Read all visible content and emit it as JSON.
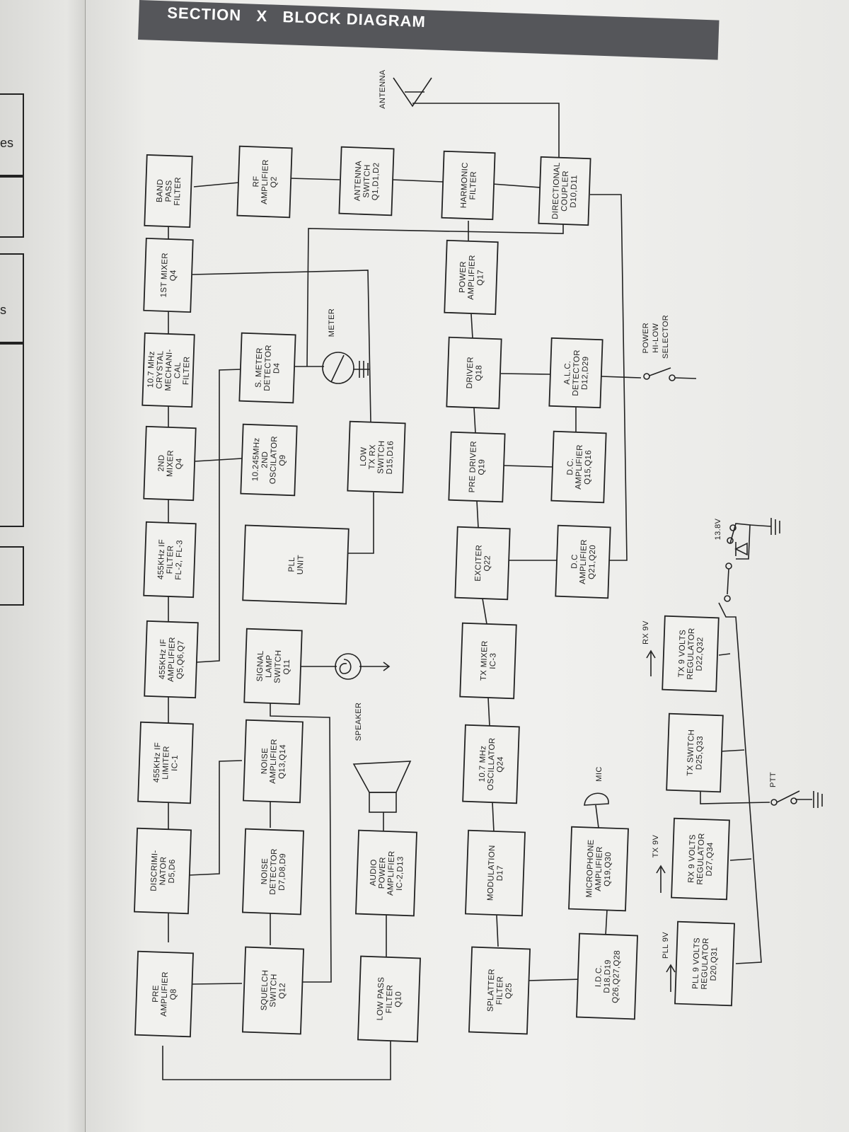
{
  "header": {
    "section": "SECTION",
    "numeral": "X",
    "title": "BLOCK DIAGRAM"
  },
  "previous_page": {
    "fragments": [
      "es",
      "s"
    ]
  },
  "blocks": {
    "band_pass_filter": [
      "BAND",
      "PASS",
      "FILTER"
    ],
    "mixer1": [
      "1ST MIXER",
      "Q4"
    ],
    "crystal_filter": [
      "10.7 MHz",
      "CRYSTAL",
      "MECHANI-",
      "CAL",
      "FILTER"
    ],
    "mixer2": [
      "2ND",
      "MIXER",
      "Q4"
    ],
    "if_filter": [
      "455KHz IF",
      "FILTER",
      "FL-2, FL-3"
    ],
    "if_amp": [
      "455KHz IF",
      "AMPLIFIER",
      "Q5,Q6,Q7"
    ],
    "if_limiter": [
      "455KHz IF",
      "LIMITER",
      "IC-1"
    ],
    "discriminator": [
      "DISCRIMI-",
      "NATOR",
      "D5,D6"
    ],
    "pre_amp": [
      "PRE",
      "AMPLIFIER",
      "Q8"
    ],
    "rf_amp": [
      "RF",
      "AMPLIFIER",
      "Q2"
    ],
    "s_meter": [
      "S. METER",
      "DETECTOR",
      "D4"
    ],
    "osc2": [
      "10.245MHz",
      "2ND",
      "OSCILATOR",
      "Q9"
    ],
    "pll": [
      "PLL",
      "UNIT"
    ],
    "signal_lamp": [
      "SIGNAL",
      "LAMP",
      "SWITCH",
      "Q11"
    ],
    "noise_amp": [
      "NOISE",
      "AMPLIFIER",
      "Q13,Q14"
    ],
    "noise_det": [
      "NOISE",
      "DETECTOR",
      "D7,D8,D9"
    ],
    "squelch": [
      "SQUELCH",
      "SWITCH",
      "Q12"
    ],
    "antenna_switch": [
      "ANTENNA",
      "SWITCH",
      "Q1,D1,D2"
    ],
    "low_tx_rx": [
      "LOW",
      "TX RX",
      "SWITCH",
      "D15,D16"
    ],
    "audio_amp": [
      "AUDIO",
      "POWER",
      "AMPLIFIER",
      "IC-2,D13"
    ],
    "lpf": [
      "LOW PASS",
      "FILTER",
      "Q10"
    ],
    "harmonic": [
      "HARMONIC",
      "FILTER"
    ],
    "power_amp": [
      "POWER",
      "AMPLIFIER",
      "Q17"
    ],
    "driver": [
      "DRIVER",
      "Q18"
    ],
    "pre_driver": [
      "PRE DRIVER",
      "Q19"
    ],
    "exciter": [
      "EXCITER",
      "Q22"
    ],
    "tx_mixer": [
      "TX MIXER",
      "IC-3"
    ],
    "osc107": [
      "10.7 MHz",
      "OSCILLATOR",
      "Q24"
    ],
    "modulation": [
      "MODULATION",
      "D17"
    ],
    "splatter": [
      "SPLATTER",
      "FILTER",
      "Q25"
    ],
    "dir_coupler": [
      "DIRECTIONAL",
      "COUPLER",
      "D10,D11"
    ],
    "alc": [
      "A.L.C.",
      "DETECTOR",
      "D12,D29"
    ],
    "dc_amp1": [
      "D.C.",
      "AMPLIFIER",
      "Q15,Q16"
    ],
    "dc_amp2": [
      "D.C",
      "AMPLIFIER",
      "Q21,Q20"
    ],
    "mic_amp": [
      "MICROPHONE",
      "AMPLIFIER",
      "Q19,Q30"
    ],
    "idc": [
      "I.D.C.",
      "D18,D19",
      "Q26,Q27,Q28"
    ],
    "tx9": [
      "TX 9 VOLTS",
      "REGULATOR",
      "D22,Q32"
    ],
    "tx_switch": [
      "TX SWITCH",
      "D25,Q33"
    ],
    "rx9": [
      "RX 9 VOLTS",
      "REGULATOR",
      "D27,Q34"
    ],
    "pll9": [
      "PLL 9 VOLTS",
      "REGULATOR",
      "D20,Q31"
    ]
  },
  "labels": {
    "antenna": "ANTENNA",
    "meter": "METER",
    "speaker": "SPEAKER",
    "mic": "MIC",
    "ptt": "PTT",
    "power_selector": [
      "POWER",
      "HI-LOW",
      "SELECTOR"
    ],
    "v138": "13.8V",
    "rx9v": "RX 9V",
    "tx9v": "TX 9V",
    "pll9v": "PLL 9V"
  },
  "colors": {
    "ink": "#222222",
    "title_band": "#55565a",
    "paper": "#efefec"
  }
}
